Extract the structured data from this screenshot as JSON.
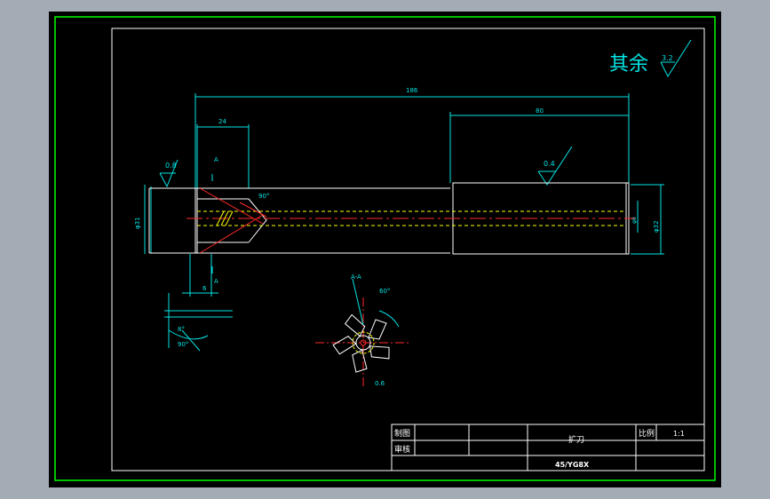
{
  "drawing": {
    "roughness_note": "其余",
    "roughness_value": "3.2",
    "part_name": "扩刀",
    "material": "45/YG8X",
    "drawn_label": "制图",
    "checked_label": "审核",
    "scale_label": "比例",
    "scale_value": "1:1",
    "roughness_left": "0.8",
    "roughness_mid": "0.4",
    "section_label": "A-A",
    "section_mark": "A",
    "dims": {
      "overall_length": "186",
      "shank_length": "80",
      "head_length": "24",
      "chamfer_len": "6",
      "tip_angle": "90°",
      "left_dia": "φ31",
      "right_dia": "φ32",
      "bore_dia": "φ8",
      "section_angle": "60°",
      "rake_angle": "8°",
      "relief_angle": "90°",
      "land_width": "0.6"
    }
  },
  "colors": {
    "background": "#000000",
    "frame_outer": "#00ff00",
    "frame_inner": "#ffffff",
    "dimension": "#00e5e5",
    "centerline": "#ff2a2a",
    "hidden": "#ffff00",
    "outline": "#ffffff"
  }
}
